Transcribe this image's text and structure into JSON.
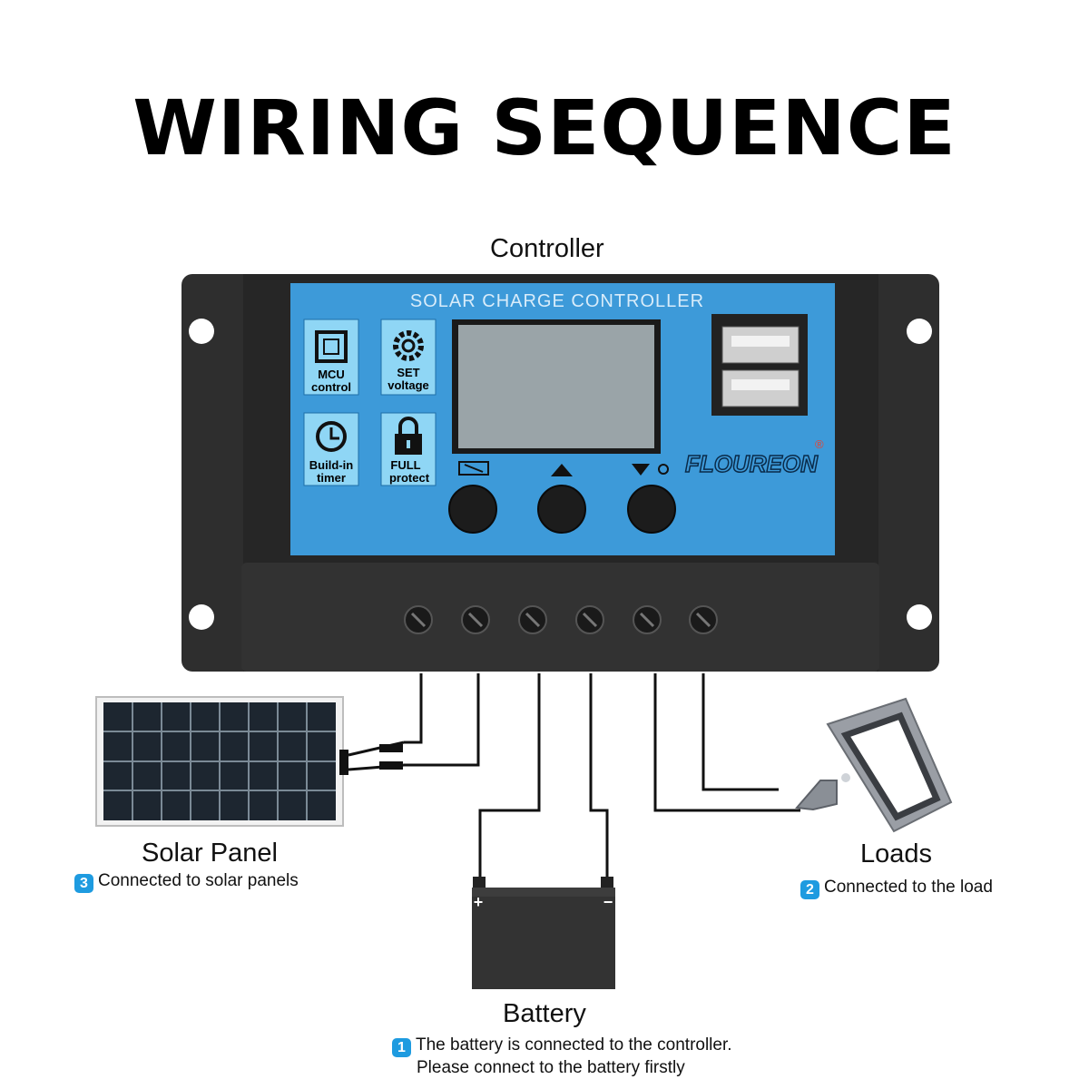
{
  "title": "WIRING SEQUENCE",
  "controller": {
    "label": "Controller",
    "panel_title": "SOLAR CHARGE CONTROLLER",
    "brand": "FLOUREON",
    "brand_mark": "®",
    "features": [
      {
        "icon": "chip-icon",
        "line1": "MCU",
        "line2": "control"
      },
      {
        "icon": "gear-icon",
        "line1": "SET",
        "line2": "voltage"
      },
      {
        "icon": "clock-icon",
        "line1": "Build-in",
        "line2": "timer"
      },
      {
        "icon": "lock-icon",
        "line1": "FULL",
        "line2": "protect"
      }
    ],
    "buttons": [
      "menu-button",
      "up-button",
      "down-button"
    ],
    "ports": [
      "usb-port-1",
      "usb-port-2"
    ]
  },
  "solar_panel": {
    "label": "Solar Panel",
    "step": "3",
    "note": "Connected to solar panels"
  },
  "loads": {
    "label": "Loads",
    "step": "2",
    "note": "Connected to the load"
  },
  "battery": {
    "label": "Battery",
    "step": "1",
    "note_line1": "The battery is connected to the controller.",
    "note_line2": "Please connect to the battery firstly",
    "plus": "+",
    "minus": "−"
  },
  "colors": {
    "panel_blue": "#3d9ad9",
    "housing": "#2e2e2e",
    "badge": "#1e9be0"
  }
}
